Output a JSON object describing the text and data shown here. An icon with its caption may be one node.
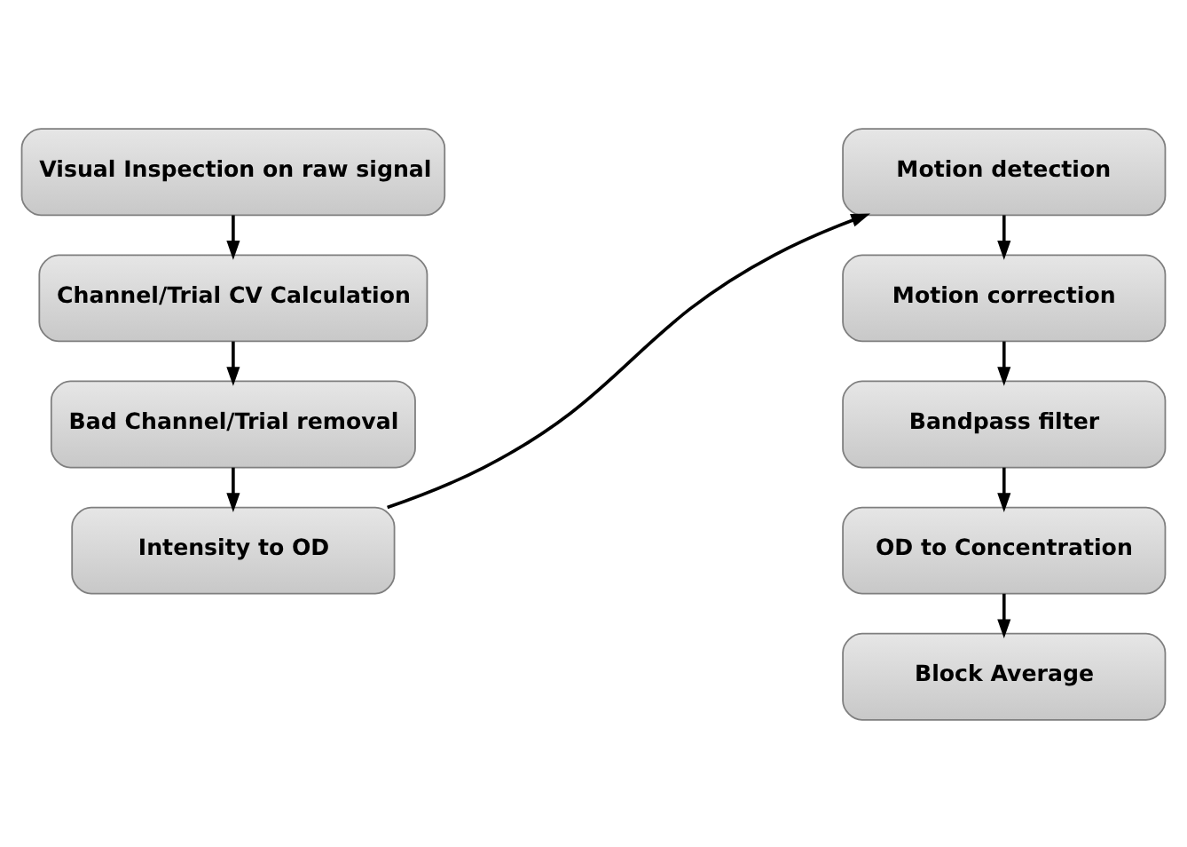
{
  "diagram": {
    "nodes": [
      {
        "text": [
          "Visual Inspection on raw signal"
        ]
      },
      {
        "text": [
          "Channel/Trial CV Calculation"
        ]
      },
      {
        "text": [
          "Bad Channel/Trial removal"
        ]
      },
      {
        "text": [
          "Intensity to OD"
        ]
      },
      {
        "text": [
          "Motion detection"
        ]
      },
      {
        "text": [
          "Motion correction"
        ]
      },
      {
        "text": [
          "Bandpass filter"
        ]
      },
      {
        "text": [
          "OD to Concentration"
        ]
      },
      {
        "text": [
          "Block Average"
        ]
      }
    ],
    "edges": [
      {
        "from": 0,
        "to": 1,
        "arrow": "to"
      },
      {
        "from": 1,
        "to": 2,
        "arrow": "to"
      },
      {
        "from": 2,
        "to": 3,
        "arrow": "to"
      },
      {
        "from": 3,
        "to": 4,
        "arrow": "to"
      },
      {
        "from": 4,
        "to": 5,
        "arrow": "to"
      },
      {
        "from": 5,
        "to": 6,
        "arrow": "to"
      },
      {
        "from": 6,
        "to": 7,
        "arrow": "to"
      },
      {
        "from": 7,
        "to": 8,
        "arrow": "to"
      }
    ]
  }
}
